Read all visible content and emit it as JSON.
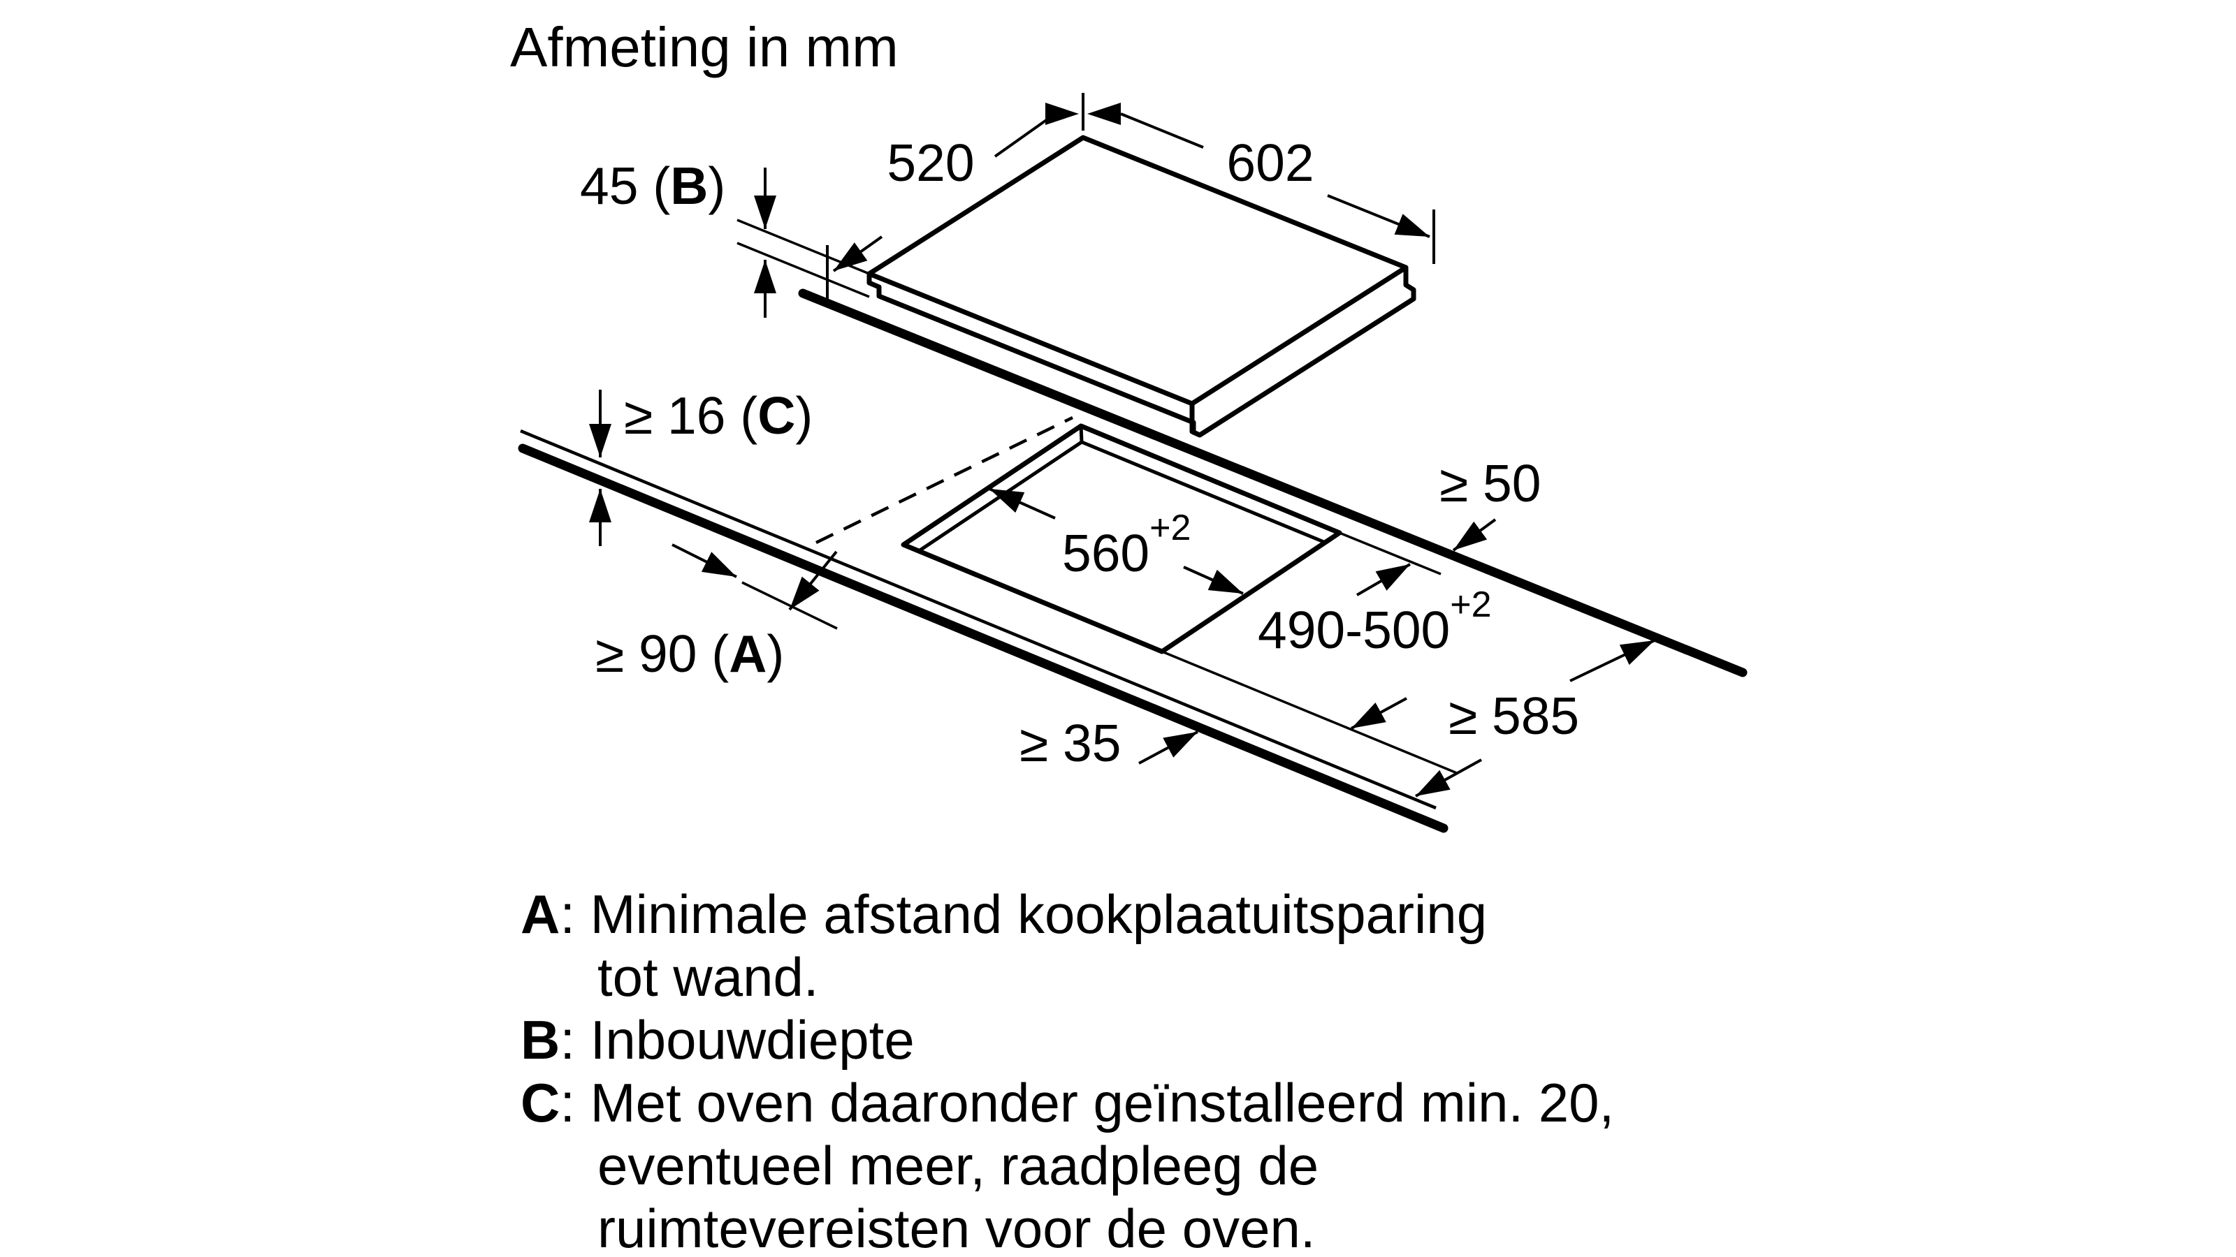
{
  "title": "Afmeting in mm",
  "labels": {
    "hob_depth": "520",
    "hob_width": "602",
    "build_depth_prefix": "45 (",
    "build_depth_key": "B",
    "build_depth_suffix": ")",
    "worktop_thickness_prefix": "≥ 16 (",
    "worktop_thickness_key": "C",
    "worktop_thickness_suffix": ")",
    "rear_clearance": "≥ 50",
    "cutout_width_base": "560",
    "cutout_width_tol": "+2",
    "cutout_depth_base": "490-500",
    "cutout_depth_tol": "+2",
    "wall_distance_prefix": "≥ 90 (",
    "wall_distance_key": "A",
    "wall_distance_suffix": ")",
    "front_edge_min": "≥ 35",
    "worktop_depth_min": "≥ 585"
  },
  "legend": {
    "a_key": "A",
    "a_text": ": Minimale afstand kookplaatuitsparing",
    "a_text2": "tot wand.",
    "b_key": "B",
    "b_text": ": Inbouwdiepte",
    "c_key": "C",
    "c_text": ": Met oven daaronder geïnstalleerd min. 20,",
    "c_text2": "eventueel meer, raadpleeg de",
    "c_text3": "ruimtevereisten voor de oven."
  },
  "colors": {
    "ink": "#000000",
    "background": "#ffffff"
  }
}
